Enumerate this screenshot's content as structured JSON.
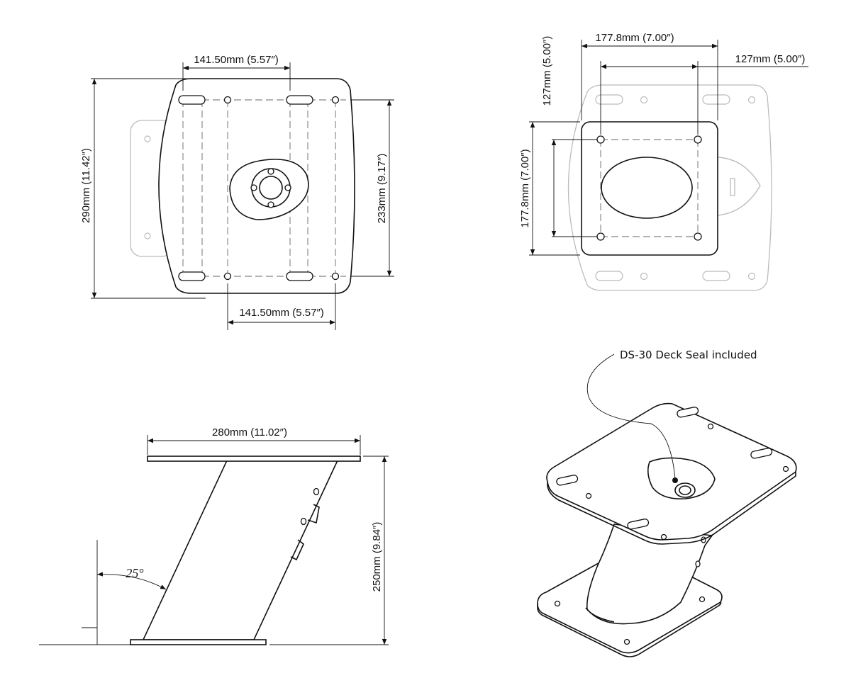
{
  "views": {
    "top": {
      "dim_hole_spacing_top": "141.50mm (5.57″)",
      "dim_hole_spacing_bottom": "141.50mm (5.57″)",
      "dim_overall_height": "290mm (11.42″)",
      "dim_slot_spacing": "233mm (9.17″)"
    },
    "bottom_plate": {
      "dim_width": "177.8mm (7.00″)",
      "dim_hole_width": "127mm (5.00″)",
      "dim_hole_height": "127mm (5.00″)",
      "dim_height": "177.8mm (7.00″)"
    },
    "side": {
      "dim_width": "280mm (11.02″)",
      "dim_height": "250mm (9.84″)",
      "angle": "25°"
    },
    "iso": {
      "callout": "DS-30 Deck Seal included"
    }
  }
}
